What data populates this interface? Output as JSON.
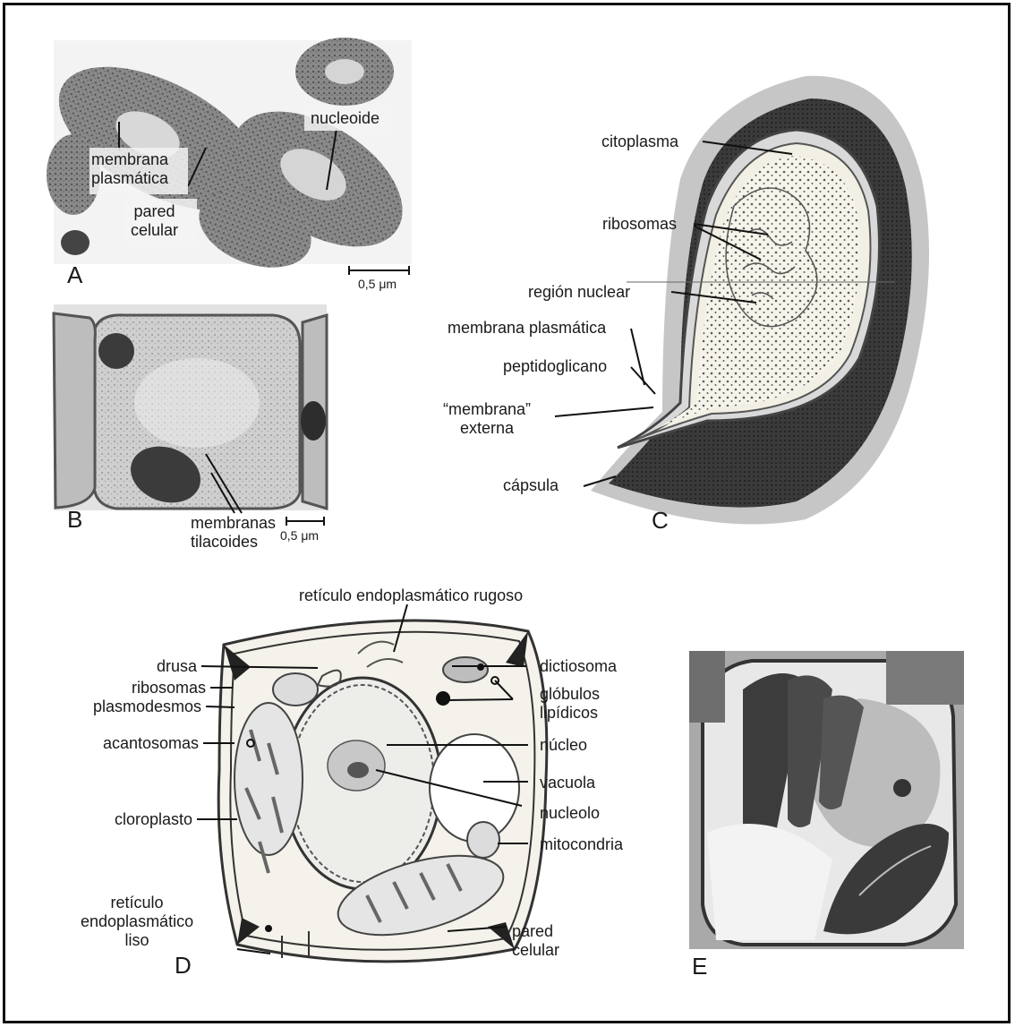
{
  "panels": {
    "A": {
      "letter": "A",
      "labels": {
        "membrana_plasmatica": "membrana\nplasmática",
        "pared_celular": "pared\ncelular",
        "nucleoide": "nucleoide"
      },
      "scale": "0,5 μm"
    },
    "B": {
      "letter": "B",
      "labels": {
        "membranas_tilacoides": "membranas\ntilacoides"
      },
      "scale": "0,5 μm"
    },
    "C": {
      "letter": "C",
      "labels": {
        "citoplasma": "citoplasma",
        "ribosomas": "ribosomas",
        "region_nuclear": "región nuclear",
        "membrana_plasmatica": "membrana plasmática",
        "peptidoglicano": "peptidoglicano",
        "membrana_externa": "“membrana”\nexterna",
        "capsula": "cápsula"
      }
    },
    "D": {
      "letter": "D",
      "labels": {
        "reticulo_rugoso": "retículo endoplasmático rugoso",
        "drusa": "drusa",
        "ribosomas": "ribosomas",
        "plasmodesmos": "plasmodesmos",
        "acantosomas": "acantosomas",
        "cloroplasto": "cloroplasto",
        "reticulo_liso": "retículo\nendoplasmático\nliso",
        "dictiosoma": "dictiosoma",
        "globulos_lipidicos": "glóbulos\nlipídicos",
        "nucleo": "núcleo",
        "vacuola": "vacuola",
        "nucleolo": "nucleolo",
        "mitocondria": "mitocondria",
        "pared_celular": "pared\ncelular"
      }
    },
    "E": {
      "letter": "E"
    }
  },
  "colors": {
    "ink": "#1a1a1a",
    "micrograph_bg": "#d9d9d9",
    "micrograph_dark": "#555555",
    "capsule": "#bdbdbd",
    "cell_wall": "#4a4a4a",
    "cytoplasm": "#f1efe6"
  }
}
